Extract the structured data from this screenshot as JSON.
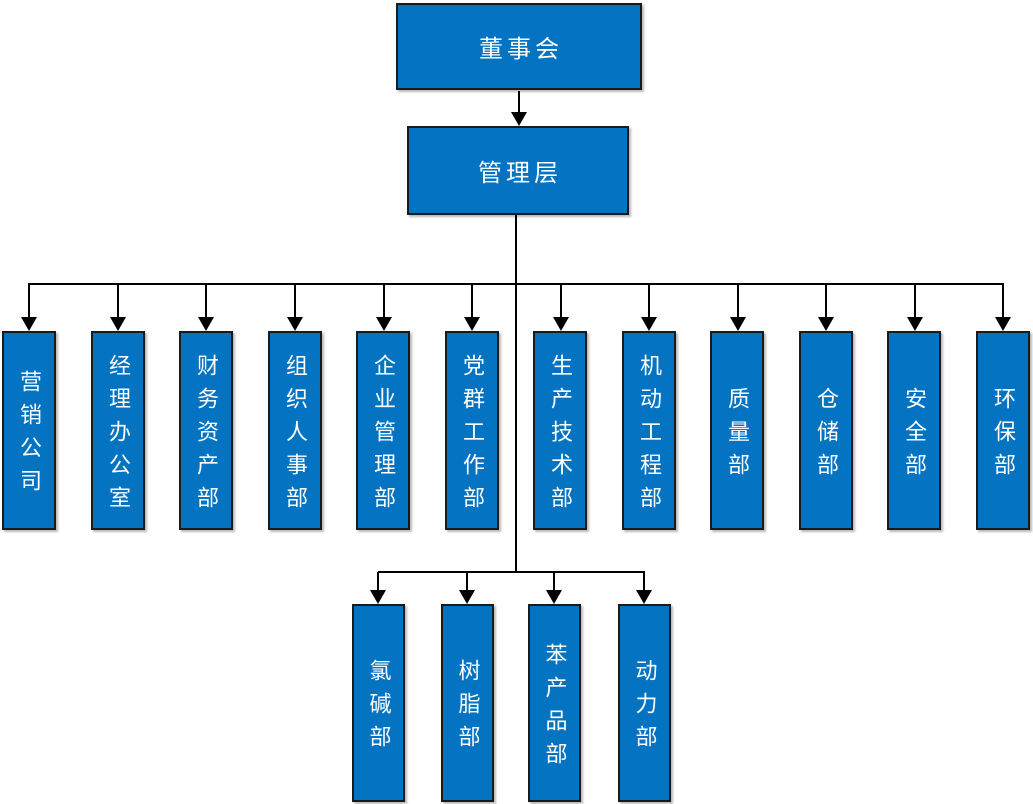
{
  "root": {
    "label": "董事会"
  },
  "management": {
    "label": "管理层"
  },
  "departments": [
    {
      "label": "营销公司"
    },
    {
      "label": "经理办公室"
    },
    {
      "label": "财务资产部"
    },
    {
      "label": "组织人事部"
    },
    {
      "label": "企业管理部"
    },
    {
      "label": "党群工作部"
    },
    {
      "label": "生产技术部"
    },
    {
      "label": "机动工程部"
    },
    {
      "label": "质量部"
    },
    {
      "label": "仓储部"
    },
    {
      "label": "安全部"
    },
    {
      "label": "环保部"
    }
  ],
  "sub_departments": [
    {
      "label": "氯碱部"
    },
    {
      "label": "树脂部"
    },
    {
      "label": "苯产品部"
    },
    {
      "label": "动力部"
    }
  ],
  "colors": {
    "box_fill": "#0473c1",
    "box_border": "#1a1a1a",
    "box_text": "#ffffff",
    "connector": "#000000",
    "background": "#ffffff"
  }
}
